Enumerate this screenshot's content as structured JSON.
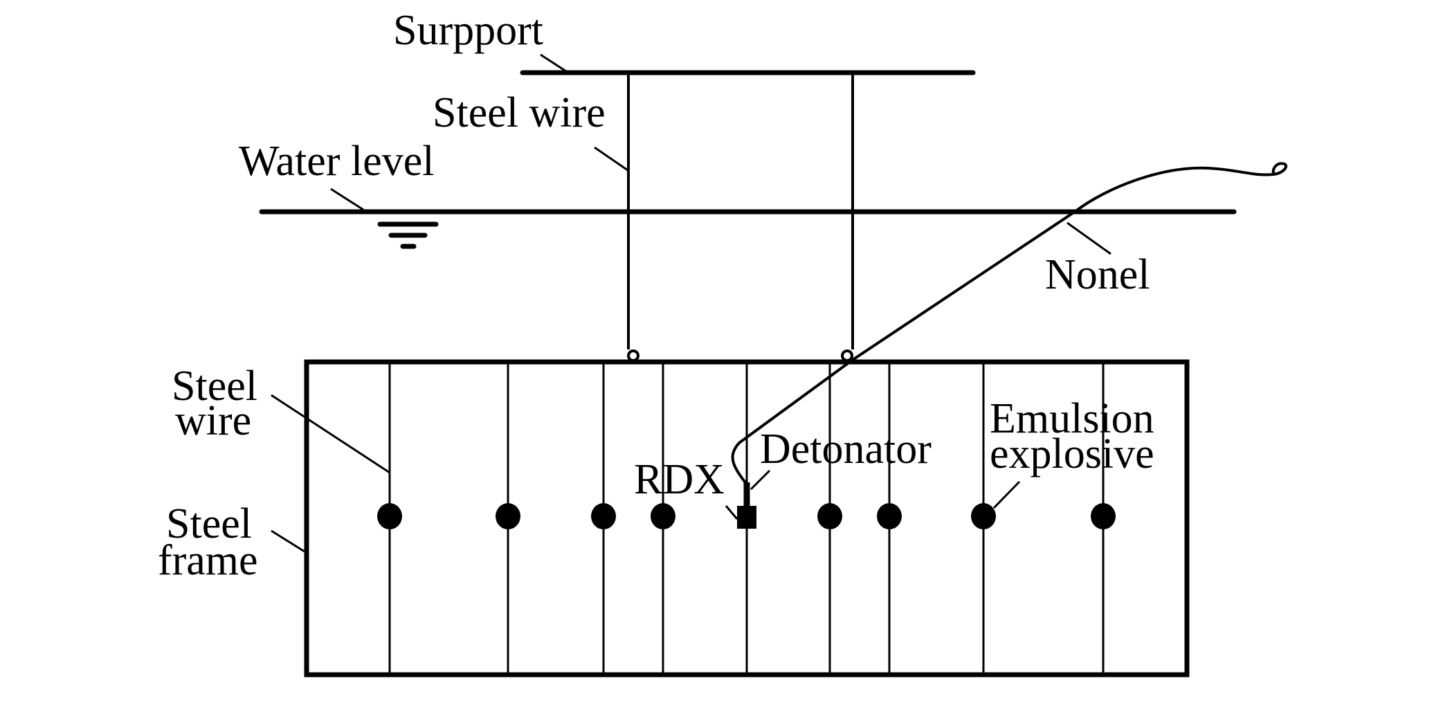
{
  "figure": {
    "type": "schematic",
    "description": "Underwater explosion test setup"
  },
  "labels": {
    "support": "Surpport",
    "steel_wire_top": "Steel wire",
    "water_level": "Water level",
    "nonel": "Nonel",
    "steel_wire_left_line1": "Steel",
    "steel_wire_left_line2": "wire",
    "steel_frame_line1": "Steel",
    "steel_frame_line2": "frame",
    "detonator": "Detonator",
    "rdx": "RDX",
    "emulsion_line1": "Emulsion",
    "emulsion_line2": "explosive"
  },
  "components": {
    "frame_wire_count": 9,
    "explosive_charge_count": 8,
    "rdx_charge_count": 1,
    "suspension_wire_count": 2
  },
  "colors": {
    "ink": "#000000",
    "background": "#ffffff"
  }
}
